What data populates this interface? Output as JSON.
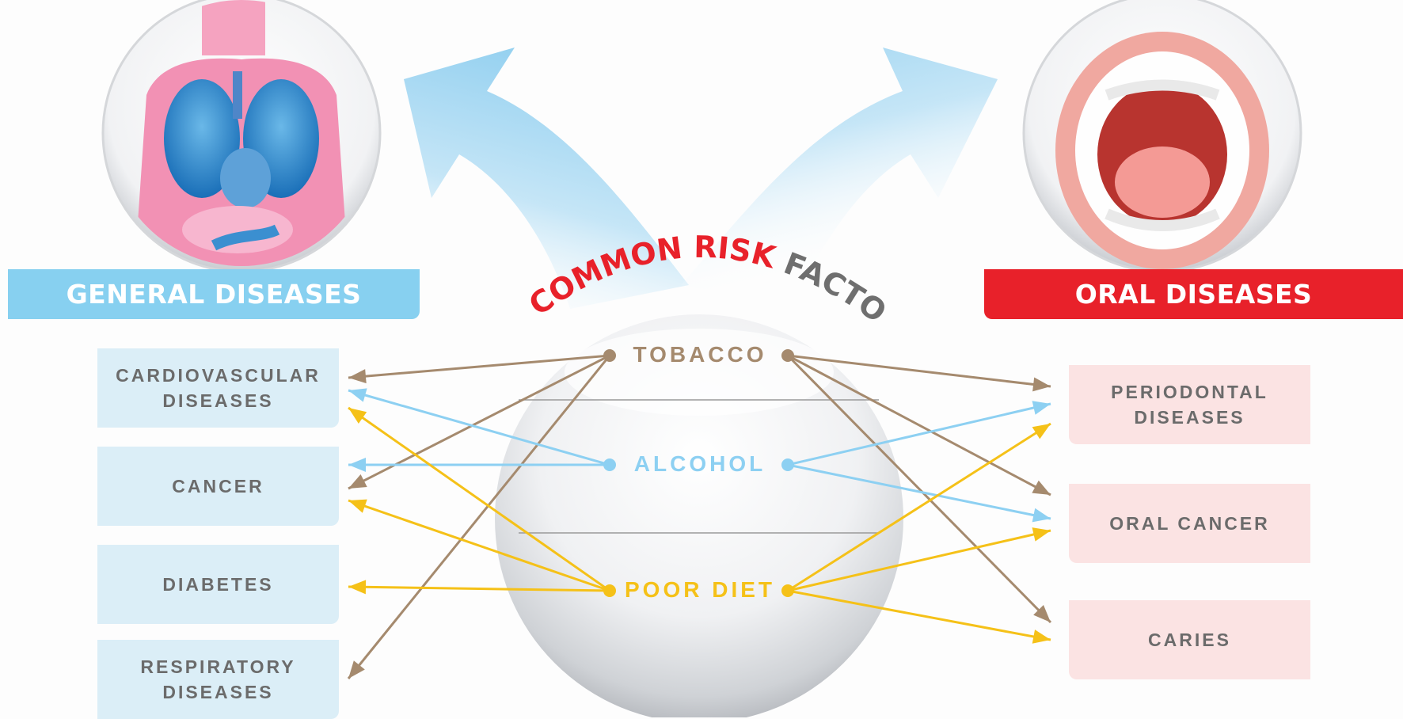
{
  "title": {
    "part1": "COMMON",
    "part2": "RISK",
    "part3": "FACTORS"
  },
  "headers": {
    "general": "GENERAL DISEASES",
    "oral": "ORAL DISEASES"
  },
  "general_diseases": [
    "CARDIOVASCULAR\nDISEASES",
    "CANCER",
    "DIABETES",
    "RESPIRATORY\nDISEASES"
  ],
  "oral_diseases": [
    "PERIODONTAL\nDISEASES",
    "ORAL CANCER",
    "CARIES"
  ],
  "factors": [
    {
      "label": "TOBACCO",
      "color": "#a58a6e",
      "general_links": [
        0,
        1,
        3
      ],
      "oral_links": [
        0,
        1,
        2
      ]
    },
    {
      "label": "ALCOHOL",
      "color": "#8dd0f2",
      "general_links": [
        0,
        1
      ],
      "oral_links": [
        0,
        1
      ]
    },
    {
      "label": "POOR  DIET",
      "color": "#f5c118",
      "general_links": [
        0,
        1,
        2
      ],
      "oral_links": [
        0,
        1,
        2
      ]
    }
  ],
  "colors": {
    "general_accent": "#87d0f0",
    "oral_accent": "#e8212a",
    "common_risk_red": "#e8212a",
    "factors_gray": "#6f6f6f"
  },
  "icons": {
    "general": "human-torso-organs-icon",
    "oral": "open-mouth-teeth-icon"
  }
}
